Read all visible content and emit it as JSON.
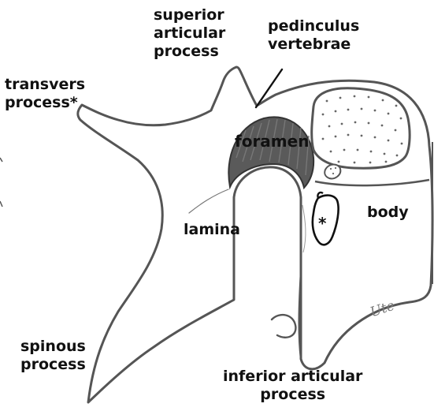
{
  "labels": {
    "superior_articular_process": [
      "superior",
      "articular",
      "process"
    ],
    "pedinculus_vertebrae": [
      "pedinculus",
      "vertebrae"
    ],
    "transvers_process": [
      "transvers",
      "process*"
    ],
    "foramen": "foramen",
    "body": "body",
    "lamina": "lamina",
    "asterisk": "*",
    "spinous_process": [
      "spinous",
      "process"
    ],
    "inferior_articular_process": [
      "inferior articular",
      "process"
    ]
  },
  "signature": "Ute",
  "colors": {
    "outline": "#555555",
    "ink": "#111111",
    "foramen_fill": "#5a5a5a"
  }
}
